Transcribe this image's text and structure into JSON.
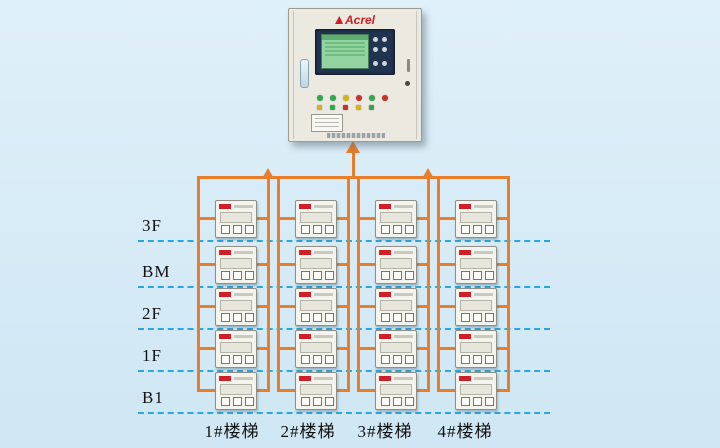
{
  "colors": {
    "bg": "#dff0f9",
    "bg2": "#cfe7f4",
    "line": "#e87d2a",
    "dash": "#2aa7e0",
    "brand": "#d01f26",
    "lcd": "#93d3a2",
    "cabinet": "#ebe9e0"
  },
  "cabinet": {
    "brand": "Acrel",
    "indicator_rows": [
      [
        "#2fa84e",
        "#2fa84e",
        "#d8b11c",
        "#c93327",
        "#2fa84e",
        "#c93327"
      ],
      [
        "#d8b11c",
        "#2fa84e",
        "#c93327",
        "#d8b11c",
        "#2fa84e"
      ]
    ]
  },
  "floors": [
    "3F",
    "BM",
    "2F",
    "1F",
    "B1"
  ],
  "stairs": [
    "1#楼梯",
    "2#楼梯",
    "3#楼梯",
    "4#楼梯"
  ],
  "grid": {
    "rows": 5,
    "columns": 4,
    "devices": 20
  }
}
